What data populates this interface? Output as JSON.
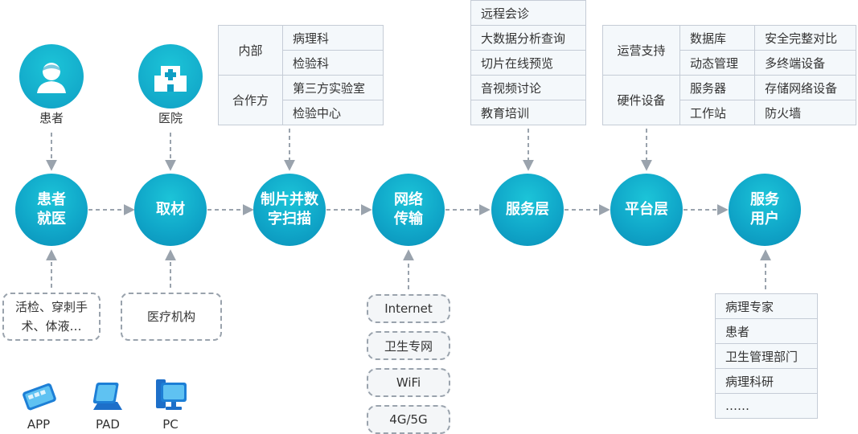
{
  "actors": [
    {
      "label": "患者",
      "icon": "patient-icon"
    },
    {
      "label": "医院",
      "icon": "hospital-icon"
    }
  ],
  "flow": [
    {
      "label": "患者\n就医"
    },
    {
      "label": "取材"
    },
    {
      "label": "制片并数\n字扫描"
    },
    {
      "label": "网络\n传输"
    },
    {
      "label": "服务层"
    },
    {
      "label": "平台层"
    },
    {
      "label": "服务\n用户"
    }
  ],
  "sources_table": {
    "rows": [
      {
        "group": "内部",
        "items": [
          "病理科",
          "检验科"
        ]
      },
      {
        "group": "合作方",
        "items": [
          "第三方实验室",
          "检验中心"
        ]
      }
    ]
  },
  "service_table": {
    "items": [
      "远程会诊",
      "大数据分析查询",
      "切片在线预览",
      "音视频讨论",
      "教育培训"
    ]
  },
  "platform_table": {
    "rows": [
      {
        "group": "运营支持",
        "cells": [
          [
            "数据库",
            "安全完整对比"
          ],
          [
            "动态管理",
            "多终端设备"
          ]
        ]
      },
      {
        "group": "硬件设备",
        "cells": [
          [
            "服务器",
            "存储网络设备"
          ],
          [
            "工作站",
            "防火墙"
          ]
        ]
      }
    ]
  },
  "patient_source": {
    "label": "活检、穿刺手\n术、体液…"
  },
  "hospital_source": {
    "label": "医疗机构"
  },
  "networks": [
    "Internet",
    "卫生专网",
    "WiFi",
    "4G/5G"
  ],
  "users_table": {
    "items": [
      "病理专家",
      "患者",
      "卫生管理部门",
      "病理科研",
      "……"
    ]
  },
  "devices": [
    {
      "label": "APP",
      "icon": "phone-icon"
    },
    {
      "label": "PAD",
      "icon": "tablet-icon"
    },
    {
      "label": "PC",
      "icon": "desktop-icon"
    }
  ],
  "colors": {
    "node": "#10a7c9",
    "arrow": "#9aa3ad",
    "table_bg": "#f4f8fb",
    "table_border": "#c5ccd6"
  }
}
